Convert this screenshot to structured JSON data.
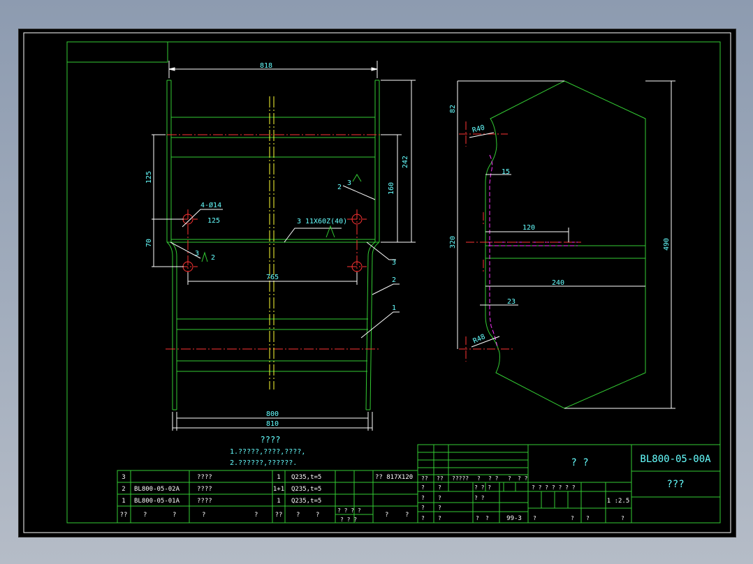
{
  "colors": {
    "background": "#000000",
    "frame": "#33cc33",
    "part_outline": "#33cc33",
    "dimension": "#ffffff",
    "center_line": "#ff3333",
    "axis_line": "#ffff33",
    "hidden_line": "#ff33ff",
    "text": "#66ffff",
    "table_text": "#ffffff"
  },
  "front_view": {
    "dims": {
      "top_width": "818",
      "height_242": "242",
      "height_160": "160",
      "left_125": "125",
      "left_70": "70",
      "hole_span": "765",
      "bottom_800": "800",
      "bottom_810": "810"
    },
    "holes_label": "4-Ø14",
    "holes_sub": "125",
    "weld_left_top": "3",
    "weld_left_side": "2",
    "weld_upper_right_a": "2",
    "weld_upper_right_b": "3",
    "weld_mid_num": "3",
    "weld_mid_label": "11X60Z(40)",
    "balloon_3": "3",
    "balloon_2": "2",
    "balloon_1": "1"
  },
  "side_view": {
    "dims": {
      "d82": "82",
      "r40": "R40",
      "d15": "15",
      "d120": "120",
      "d320": "320",
      "d240": "240",
      "d23": "23",
      "r48": "R48",
      "d490": "490"
    }
  },
  "notes": {
    "title": "????",
    "line1": "1.?????,????,????,",
    "line2": "2.??????,??????."
  },
  "parts_list": {
    "rows": [
      {
        "no": "3",
        "code": "",
        "name": "????",
        "qty": "1",
        "material": "Q235,t=5",
        "c1": "",
        "c2": "",
        "remark": "?? 817X120"
      },
      {
        "no": "2",
        "code": "BL800-05-02A",
        "name": "????",
        "qty": "1+1",
        "material": "Q235,t=5",
        "c1": "",
        "c2": "",
        "remark": ""
      },
      {
        "no": "1",
        "code": "BL800-05-01A",
        "name": "????",
        "qty": "1",
        "material": "Q235,t=5",
        "c1": "",
        "c2": "",
        "remark": ""
      }
    ],
    "header": {
      "no": "??",
      "code_a": "?",
      "code_b": "?",
      "name": "?",
      "name_b": "?",
      "qty": "??",
      "mat_a": "?",
      "mat_b": "?",
      "w1": "? ? ? ?",
      "w2": "? ? ?",
      "rem_a": "?",
      "rem_b": "?"
    }
  },
  "title_block": {
    "drawing_no": "BL800-05-00A",
    "drawing_name": "???",
    "unit_name": "? ?",
    "scale": "1 :2.5",
    "date": "99-3",
    "r1": [
      "??",
      "??",
      "?????",
      "?",
      "? ?",
      "?",
      "? ?"
    ],
    "r1_right": "? ? ? ? ? ? ?",
    "r2": [
      "?",
      "?",
      "? ? ?"
    ],
    "r3": [
      "?",
      "?",
      "? ?"
    ],
    "r4": [
      "?",
      "?"
    ],
    "r5": [
      "?",
      "?",
      "?",
      "?"
    ],
    "r5_right": [
      "?",
      "?",
      "?",
      "?"
    ]
  }
}
